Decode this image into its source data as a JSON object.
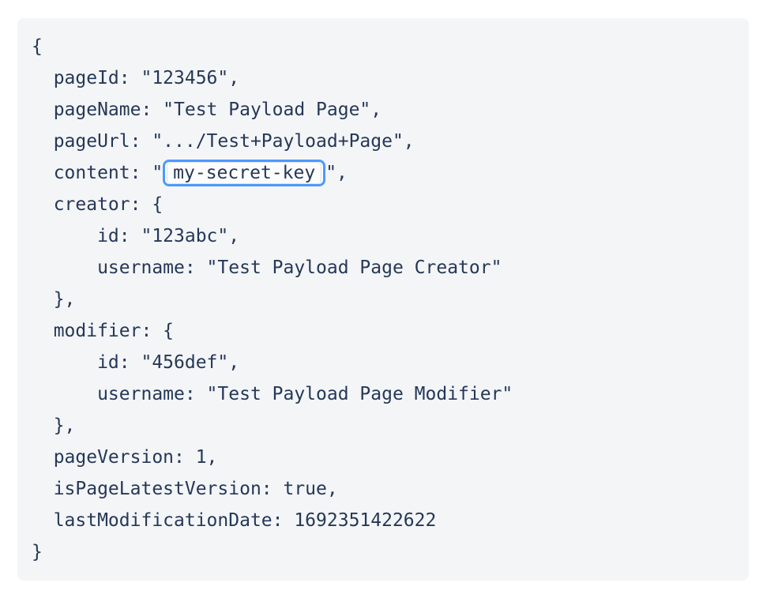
{
  "colors": {
    "page_background": "#ffffff",
    "code_background": "#f4f5f7",
    "code_text": "#253858",
    "focus_ring": "#4c9aff",
    "token_background": "#fcfcfd",
    "token_border": "#dfe1e6"
  },
  "code_block": {
    "language": "json-like-payload",
    "lines": [
      {
        "text": "{"
      },
      {
        "text": "  pageId: \"123456\","
      },
      {
        "text": "  pageName: \"Test Payload Page\","
      },
      {
        "text": "  pageUrl: \".../Test+Payload+Page\","
      },
      {
        "before": "  content: \"",
        "token": "my-secret-key",
        "after": "\","
      },
      {
        "text": "  creator: {"
      },
      {
        "text": "      id: \"123abc\","
      },
      {
        "text": "      username: \"Test Payload Page Creator\""
      },
      {
        "text": "  },"
      },
      {
        "text": "  modifier: {"
      },
      {
        "text": "      id: \"456def\","
      },
      {
        "text": "      username: \"Test Payload Page Modifier\""
      },
      {
        "text": "  },"
      },
      {
        "text": "  pageVersion: 1,"
      },
      {
        "text": "  isPageLatestVersion: true,"
      },
      {
        "text": "  lastModificationDate: 1692351422622"
      },
      {
        "text": "}"
      }
    ]
  }
}
